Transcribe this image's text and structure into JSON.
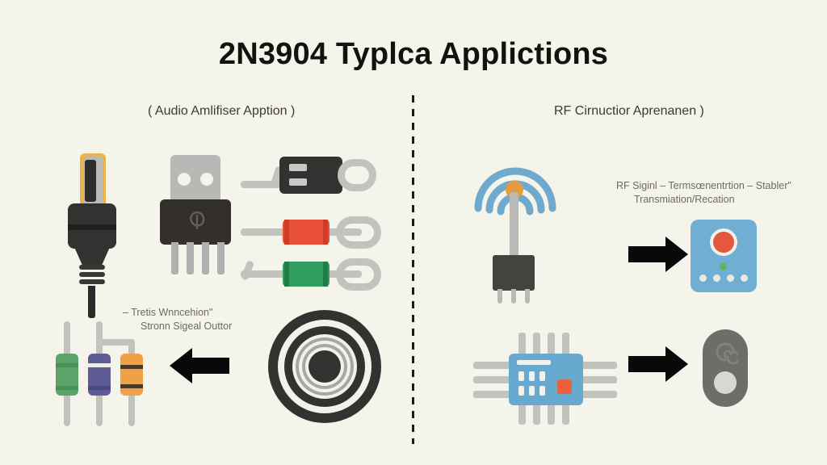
{
  "page": {
    "title": "2N3904 Typlca Applictions",
    "background_color": "#f5f4ea",
    "title_color": "#14120f"
  },
  "sections": {
    "left": {
      "subtitle": "( Audio Amlifiser Apption )",
      "annotation_line1": "–  Tretis Wnncehion\"",
      "annotation_line2": "Stronn Sigeal Outtor",
      "components": [
        {
          "name": "dc-power-plug",
          "colors": [
            "#eab34a",
            "#333230",
            "#b9b9b7"
          ]
        },
        {
          "name": "to220-transistor",
          "colors": [
            "#b8b8b6",
            "#332f2c"
          ]
        },
        {
          "name": "usb-connector-block",
          "colors": [
            "#343230",
            "#c2c2bf"
          ]
        },
        {
          "name": "resistor-red",
          "color": "#e8503a"
        },
        {
          "name": "resistor-green",
          "color": "#2f9e5e"
        },
        {
          "name": "resistor-vertical-green",
          "color": "#5aa469"
        },
        {
          "name": "resistor-vertical-purple",
          "color": "#5f5b96"
        },
        {
          "name": "resistor-vertical-orange",
          "color": "#f0a046"
        },
        {
          "name": "speaker-driver",
          "color": "#343230"
        },
        {
          "name": "arrow-left",
          "color": "#000000"
        }
      ]
    },
    "right": {
      "subtitle": "RF Cirnuctior Aprenanen )",
      "annotation_line1": "RF Siginl – Termsœnentrtion – Stabler\"",
      "annotation_line2": "Transmiation/Recation",
      "components": [
        {
          "name": "rf-antenna",
          "colors": [
            "#6fa9cd",
            "#e89b3c",
            "#454340"
          ]
        },
        {
          "name": "rf-module-blue",
          "colors": [
            "#70aed3",
            "#e4583f",
            "#5bb55b"
          ]
        },
        {
          "name": "ic-chip-blue",
          "colors": [
            "#68a9cf",
            "#ec603f",
            "#c2c2bf"
          ]
        },
        {
          "name": "remote-receiver",
          "color": "#6e6d6a"
        },
        {
          "name": "arrow-right-upper",
          "color": "#000000"
        },
        {
          "name": "arrow-right-lower",
          "color": "#000000"
        }
      ]
    }
  },
  "divider": {
    "style": "dashed-vertical",
    "color": "#1a1a1a"
  }
}
